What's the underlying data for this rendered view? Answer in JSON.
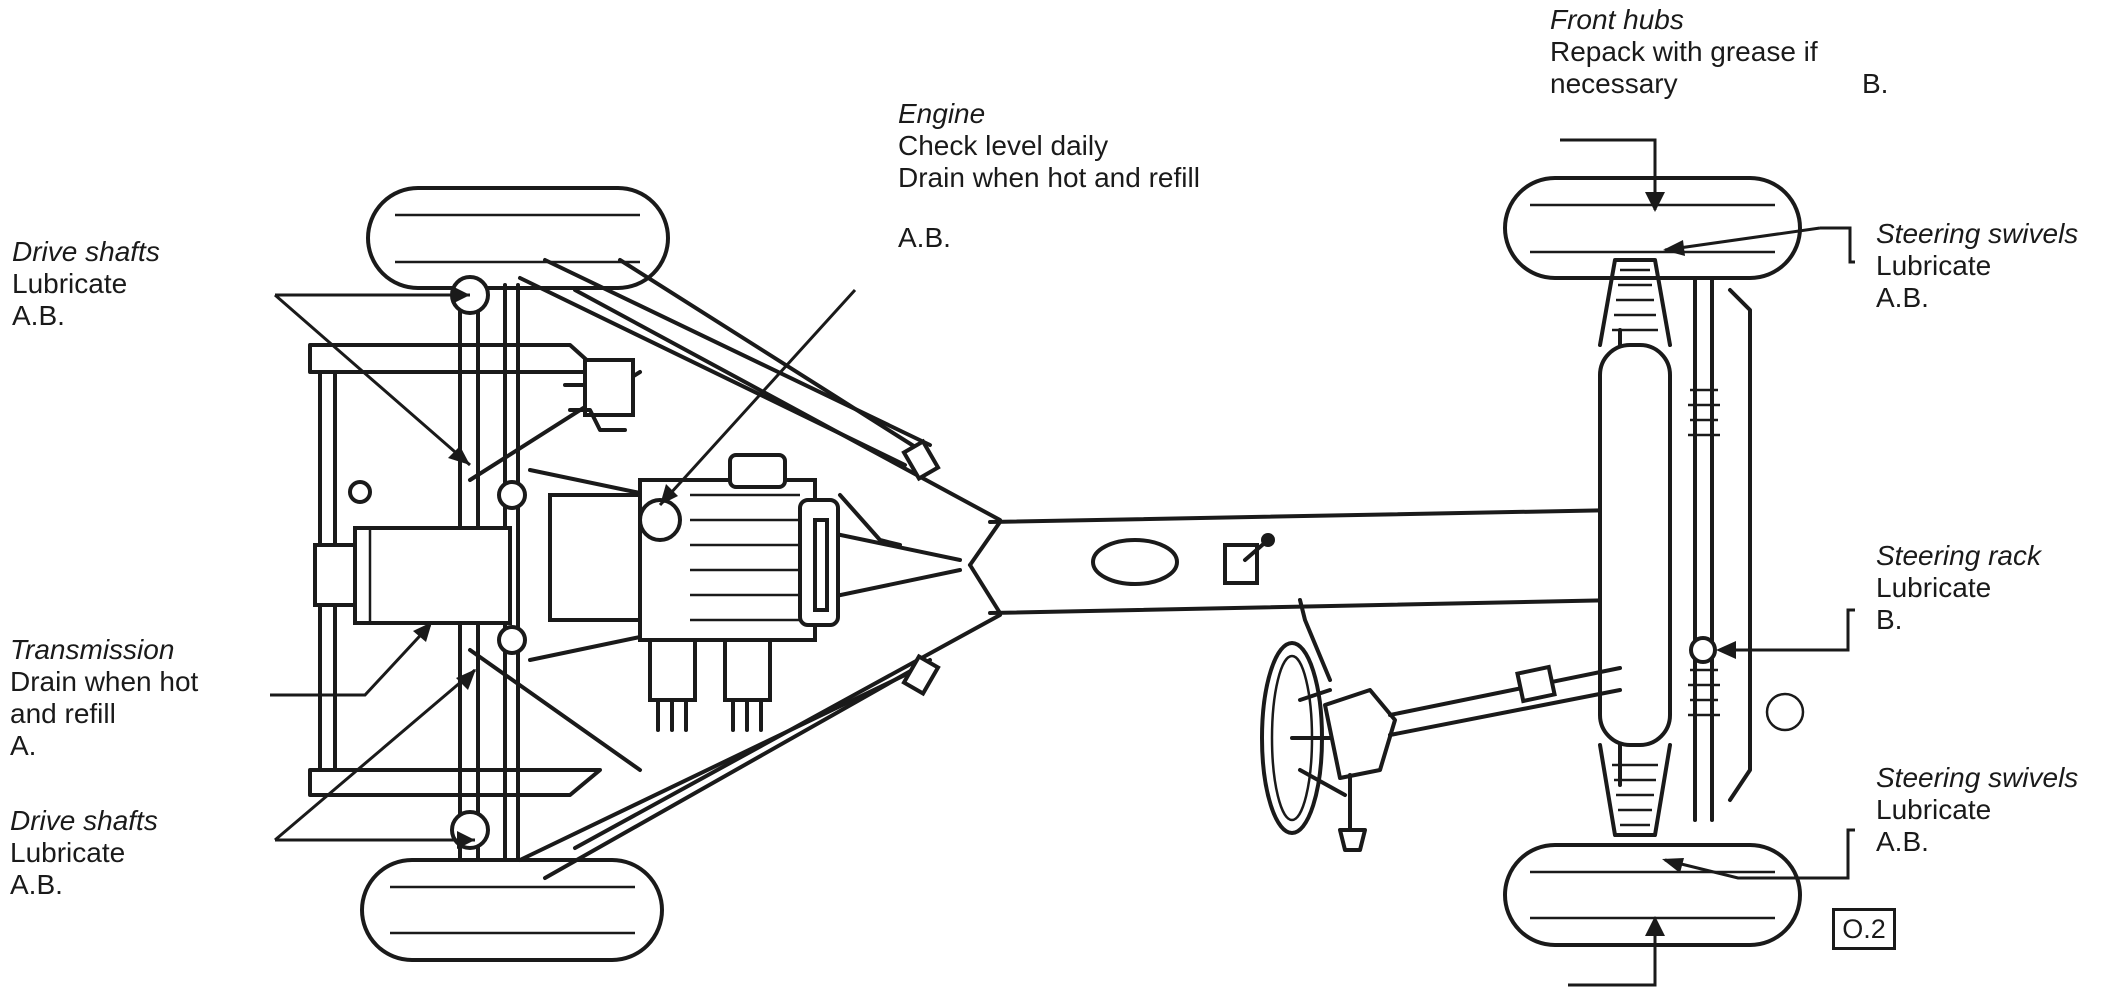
{
  "labels": {
    "front_hubs": {
      "title": "Front hubs",
      "line1": "Repack with grease if",
      "line2": "necessary",
      "code": "B."
    },
    "engine": {
      "title": "Engine",
      "line1": "Check level daily",
      "line2": "Drain when hot and refill",
      "code": "A.B."
    },
    "drive_shafts_top": {
      "title": "Drive shafts",
      "line1": "Lubricate",
      "code": "A.B."
    },
    "transmission": {
      "title": "Transmission",
      "line1": "Drain when hot",
      "line2": "and refill",
      "code": "A."
    },
    "drive_shafts_bottom": {
      "title": "Drive shafts",
      "line1": "Lubricate",
      "code": "A.B."
    },
    "steering_swivels_top": {
      "title": "Steering swivels",
      "line1": "Lubricate",
      "code": "A.B."
    },
    "steering_rack": {
      "title": "Steering rack",
      "line1": "Lubricate",
      "code": "B."
    },
    "steering_swivels_bottom": {
      "title": "Steering swivels",
      "line1": "Lubricate",
      "code": "A.B."
    }
  },
  "figure_id": "O.2",
  "colors": {
    "ink": "#1a1a1a",
    "paper": "#ffffff"
  }
}
